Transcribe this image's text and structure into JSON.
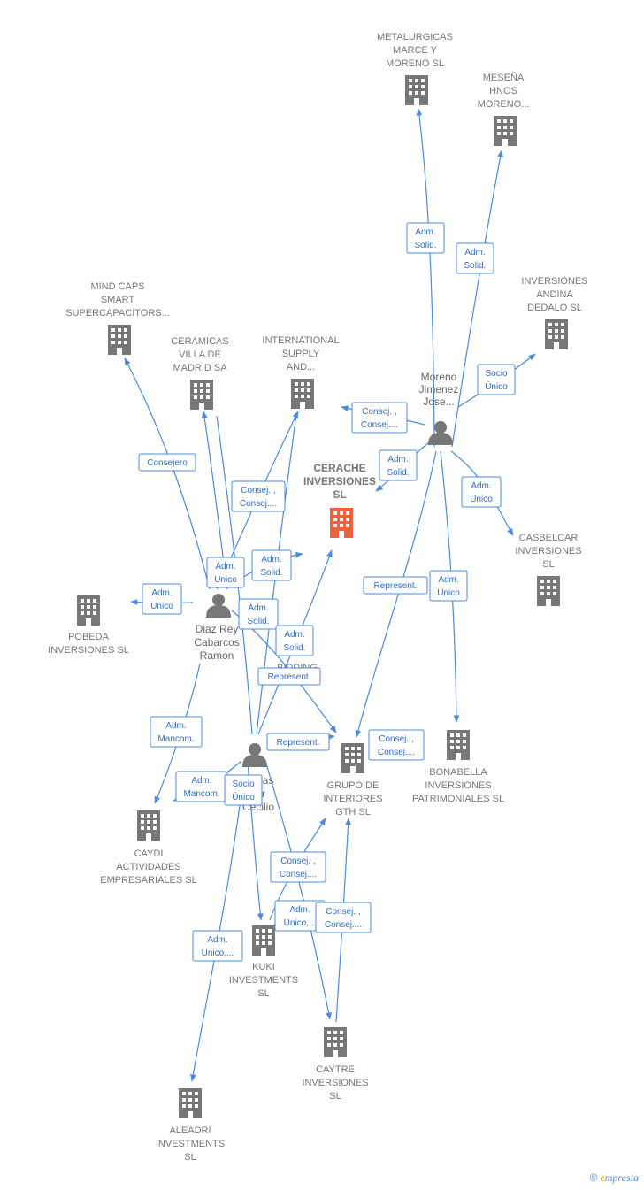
{
  "colors": {
    "edge": "#4a8be0",
    "building": "#777777",
    "highlight": "#f4603a",
    "person": "#777777"
  },
  "companies": {
    "metalurgicas": [
      "METALURGICAS",
      "MARCE Y",
      "MORENO  SL"
    ],
    "mesena": [
      "MESEÑA",
      "HNOS",
      "MORENO..."
    ],
    "inversiones_andina": [
      "INVERSIONES",
      "ANDINA",
      "DEDALO  SL"
    ],
    "mindcaps": [
      "MIND CAPS",
      "SMART",
      "SUPERCAPACITORS..."
    ],
    "ceramicas": [
      "CERAMICAS",
      "VILLA DE",
      "MADRID SA"
    ],
    "international": [
      "INTERNATIONAL",
      "SUPPLY",
      "AND..."
    ],
    "cerache": [
      "CERACHE",
      "INVERSIONES",
      "SL"
    ],
    "casbelcar": [
      "CASBELCAR",
      "INVERSIONES",
      "SL"
    ],
    "pobeda": [
      "POBEDA",
      "INVERSIONES SL"
    ],
    "bidding": [
      "BIDDING"
    ],
    "grupo": [
      "GRUPO DE",
      "INTERIORES",
      "GTH  SL"
    ],
    "bonabella": [
      "BONABELLA",
      "INVERSIONES",
      "PATRIMONIALES SL"
    ],
    "caydi": [
      "CAYDI",
      "ACTIVIDADES",
      "EMPRESARIALES SL"
    ],
    "kuki": [
      "KUKI",
      "INVESTMENTS",
      "SL"
    ],
    "caytre": [
      "CAYTRE",
      "INVERSIONES",
      "SL"
    ],
    "aleadri": [
      "ALEADRI",
      "INVESTMENTS",
      "SL"
    ]
  },
  "persons": {
    "moreno": [
      "Moreno",
      "Jimenez",
      "Jose..."
    ],
    "diaz": [
      "Diaz Rey",
      "Cabarcos",
      "Ramon"
    ],
    "third": [
      "as",
      "r",
      "Cecilio"
    ]
  },
  "edge_labels": [
    [
      "Adm.",
      "Solid."
    ],
    [
      "Adm.",
      "Solid."
    ],
    [
      "Socio",
      "Único"
    ],
    [
      "Consej. ,",
      "Consej...."
    ],
    [
      "Adm.",
      "Solid."
    ],
    [
      "Adm.",
      "Unico"
    ],
    [
      "Represent."
    ],
    [
      "Adm.",
      "Unico"
    ],
    [
      "Consejero"
    ],
    [
      "Consej. ,",
      "Consej...."
    ],
    [
      "Adm.",
      "Unico"
    ],
    [
      "Adm.",
      "Solid."
    ],
    [
      "Adm.",
      "Unico"
    ],
    [
      "Adm.",
      "Solid."
    ],
    [
      "Adm.",
      "Solid."
    ],
    [
      "Represent."
    ],
    [
      "Represent."
    ],
    [
      "Consej. ,",
      "Consej...."
    ],
    [
      "Adm.",
      "Mancom."
    ],
    [
      "Adm.",
      "Mancom."
    ],
    [
      "Socio",
      "Único"
    ],
    [
      "Consej. ,",
      "Consej...."
    ],
    [
      "Adm.",
      "Unico,..."
    ],
    [
      "Consej. ,",
      "Consej...."
    ],
    [
      "Adm.",
      "Unico,..."
    ]
  ],
  "footer": {
    "copyright": "©",
    "brand_initial": "e",
    "brand_rest": "mpresia"
  }
}
